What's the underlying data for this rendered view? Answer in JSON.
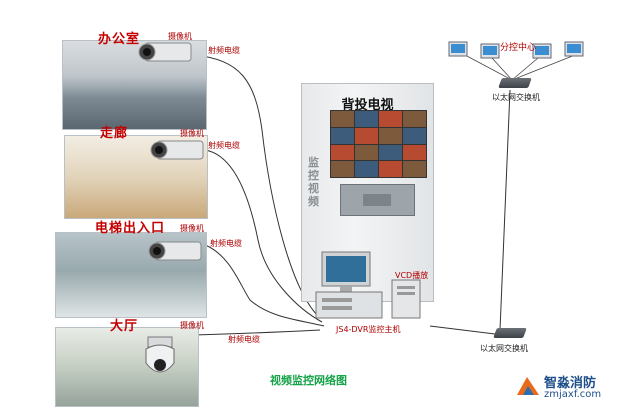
{
  "rooms": [
    {
      "label": "办公室"
    },
    {
      "label": "走廊"
    },
    {
      "label": "电梯出入口"
    },
    {
      "label": "大厅"
    }
  ],
  "camera_labels": [
    "摄像机",
    "摄像机",
    "摄像机",
    "摄像机"
  ],
  "cable_labels": [
    "射频电缆",
    "射频电缆",
    "射频电缆",
    "射频电缆"
  ],
  "tv_wall": {
    "title": "背投电视",
    "vertical_text": "监控视频"
  },
  "host": {
    "label": "JS4-DVR监控主机",
    "cpu_label": "VCD播放"
  },
  "branch": {
    "label": "分控中心"
  },
  "switches": [
    "以太网交换机",
    "以太网交换机"
  ],
  "caption": "视频监控网络图",
  "watermark": {
    "name": "智淼消防",
    "url": "zmjaxf.com"
  }
}
